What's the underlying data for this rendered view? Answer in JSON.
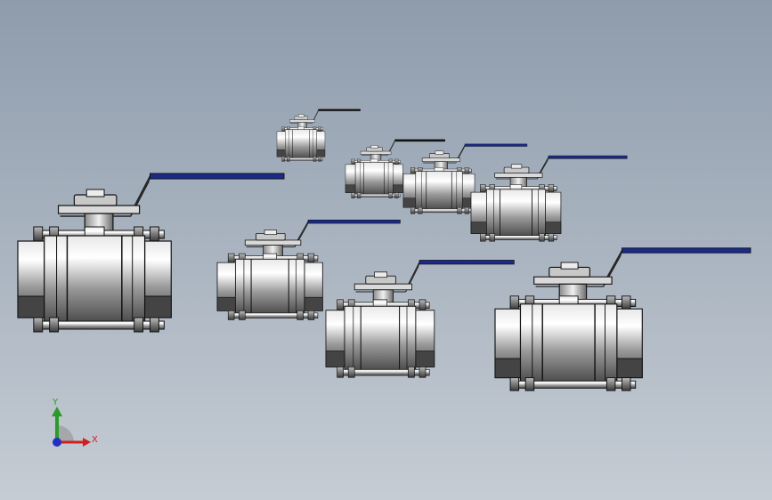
{
  "viewport": {
    "background_top": "#8e9cac",
    "background_bottom": "#c5ccd4",
    "handle_color": "#1a2a8c",
    "metal_dark": "#5a5a5a",
    "metal_light": "#f4f4f4"
  },
  "triad": {
    "x_label": "X",
    "y_label": "Y",
    "x_color": "#d22020",
    "y_color": "#2a9a2a",
    "z_color": "#2030c0"
  },
  "valves": [
    {
      "name": "valve-xlarge-left",
      "handle_color": "#1a2a8c"
    },
    {
      "name": "valve-tiny",
      "handle_color": "#111111"
    },
    {
      "name": "valve-small",
      "handle_color": "#111111"
    },
    {
      "name": "valve-small-medium",
      "handle_color": "#1a2a8c"
    },
    {
      "name": "valve-medium-top",
      "handle_color": "#1a2a8c"
    },
    {
      "name": "valve-medium-left",
      "handle_color": "#1a2a8c"
    },
    {
      "name": "valve-large-center",
      "handle_color": "#1a2a8c"
    },
    {
      "name": "valve-large-right",
      "handle_color": "#1a2a8c"
    }
  ]
}
